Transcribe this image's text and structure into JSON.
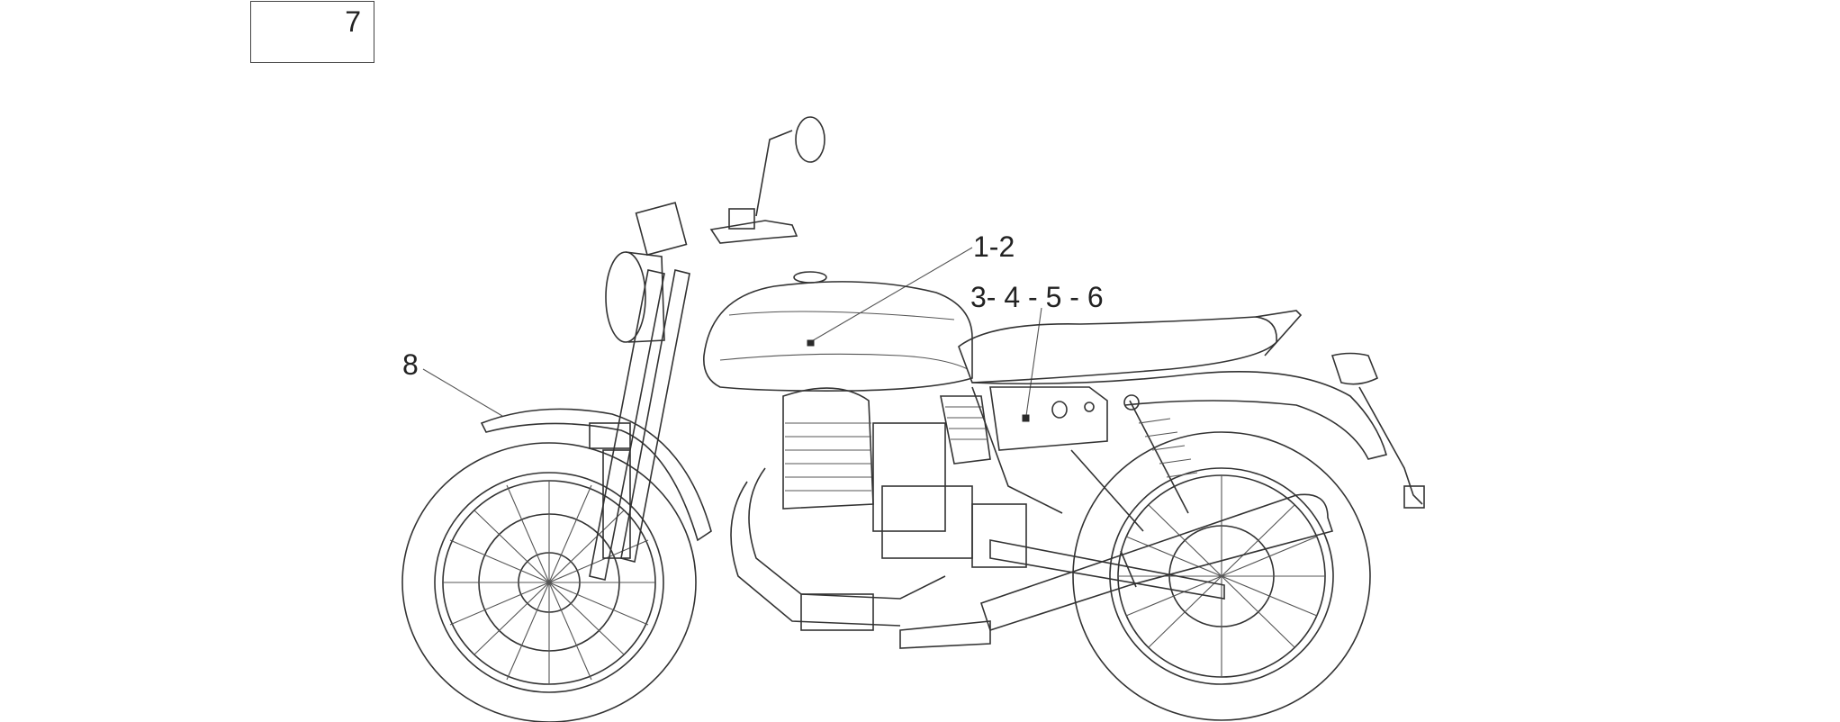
{
  "inset": {
    "label": "7"
  },
  "callouts": {
    "tank": "1-2",
    "side_panel": "3- 4 - 5 - 6",
    "front_fender": "8"
  },
  "colors": {
    "line": "#333333",
    "background": "#ffffff"
  }
}
